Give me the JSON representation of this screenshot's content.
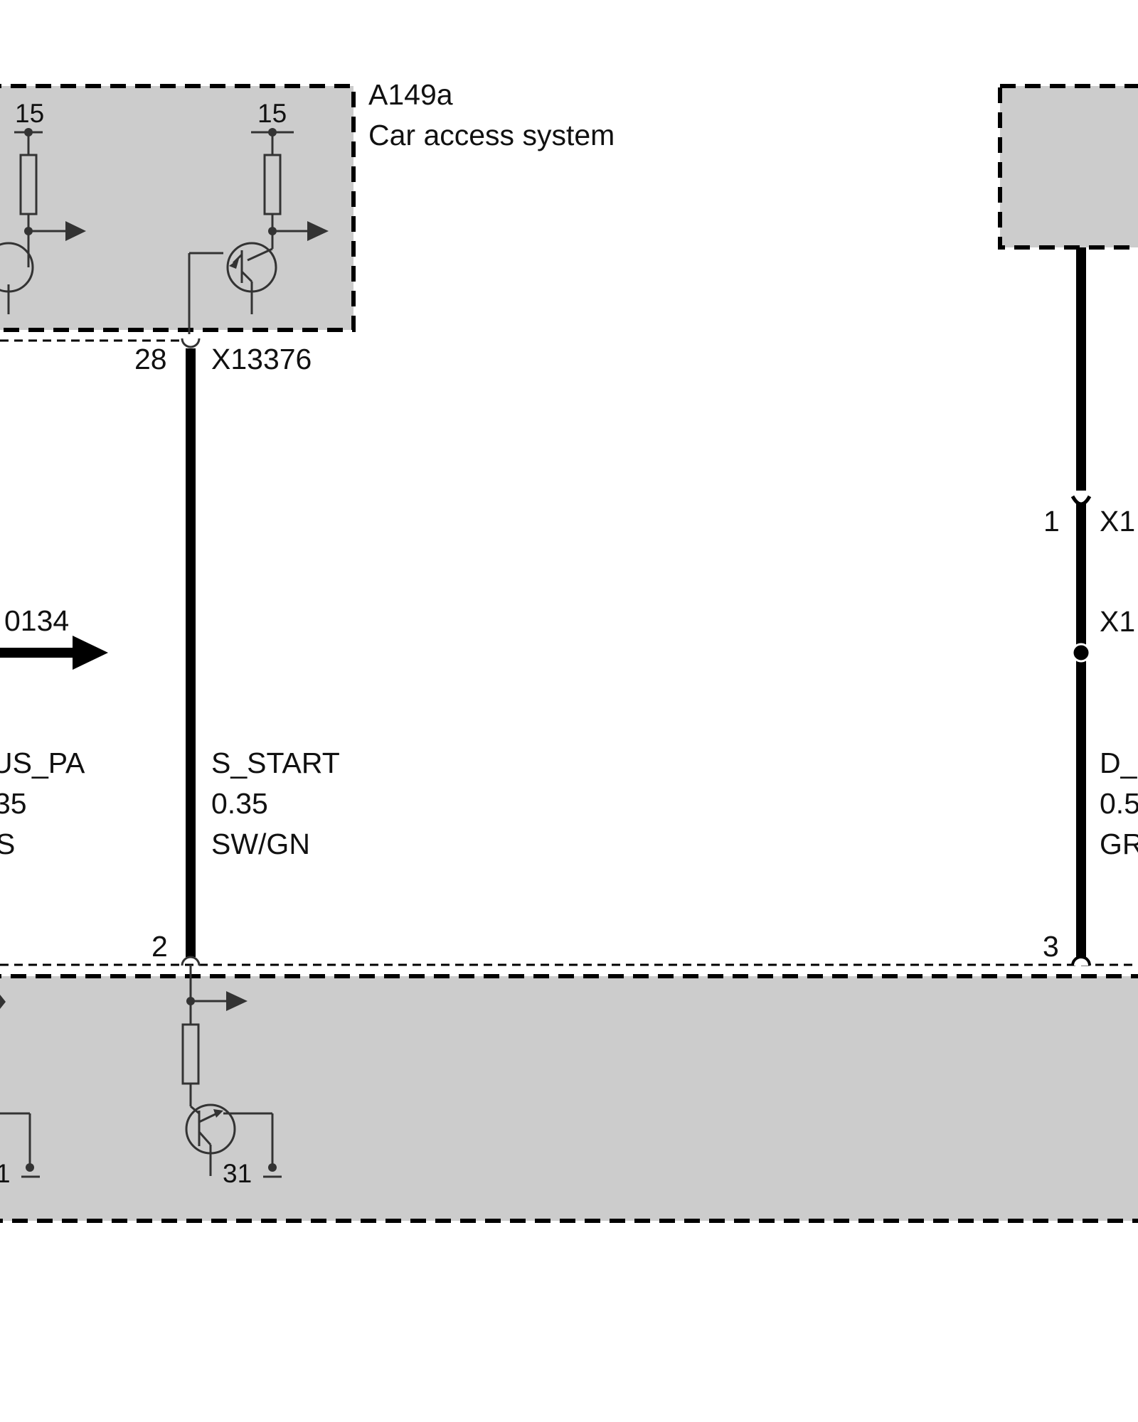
{
  "components": {
    "car_access": {
      "id": "A149a",
      "name": "Car access system",
      "pin_labels": [
        "15",
        "15"
      ]
    },
    "right_module": {},
    "bottom_module": {
      "ground_labels": [
        "31",
        "1"
      ]
    }
  },
  "connectors": {
    "x13376": {
      "name": "X13376",
      "pin": "28"
    },
    "bottom_pin_left": {
      "pin": "2"
    },
    "bottom_pin_right": {
      "pin": "3"
    },
    "right_connector_a": {
      "name": "X1",
      "pin": "1"
    },
    "right_connector_b": {
      "name": "X1"
    }
  },
  "reference": {
    "text": "0134"
  },
  "wires": {
    "s_start": {
      "signal": "S_START",
      "gauge": "0.35",
      "color": "SW/GN"
    },
    "left_partial": {
      "signal": "US_PA",
      "gauge": "35",
      "color": "S"
    },
    "right_partial": {
      "signal": "D_",
      "gauge": "0.5",
      "color": "GR"
    }
  },
  "colors": {
    "module_fill": "#cccccc",
    "wire": "#000000",
    "symbol": "#333333"
  }
}
